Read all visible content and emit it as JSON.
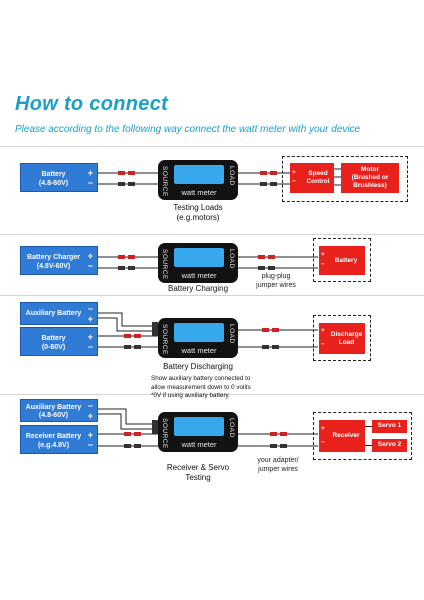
{
  "header": {
    "title": "How to connect",
    "subtitle": "Please according to the following way connect the watt meter with your device"
  },
  "meter": {
    "label": "watt meter",
    "source": "SOURCE",
    "load": "LOAD"
  },
  "signs": {
    "plus": "+",
    "minus": "−"
  },
  "row1": {
    "battery": [
      "Battery",
      "(4.8-60V)"
    ],
    "speed_control": [
      "Speed",
      "Control"
    ],
    "motor": [
      "Motor",
      "(Brushed or",
      "Brushless)"
    ],
    "caption": [
      "Testing Loads",
      "(e.g.motors)"
    ]
  },
  "row2": {
    "charger": [
      "Battery Charger",
      "(4.8V-60V)"
    ],
    "battery": "Battery",
    "caption": "Battery Charging",
    "note": [
      "plug-plug",
      "jumper wires"
    ]
  },
  "row3": {
    "aux": "Auxiliary Battery",
    "battery": [
      "Battery",
      "(0-60V)"
    ],
    "load": [
      "Discharge",
      "Load"
    ],
    "caption": "Battery Discharging",
    "note": [
      "Show auxiliary battery connected to",
      "allow measurement down to 0 voilts",
      "*0V if using auxiliary battery."
    ]
  },
  "row4": {
    "aux": [
      "Auxiliary Battery",
      "(4.8-60V)"
    ],
    "receiver_battery": [
      "Receiver Battery",
      "(e.g.4.8V)"
    ],
    "receiver": "Receiver",
    "servo1": "Servo 1",
    "servo2": "Servo 2",
    "caption": [
      "Receiver & Servo",
      "Testing"
    ],
    "note": [
      "your adapter/",
      "jumper wires"
    ]
  },
  "colors": {
    "accent": "#1aa0c8",
    "battery_blue": "#2f7bd6",
    "load_red": "#e8211c",
    "meter_black": "#121212",
    "lcd_blue": "#37a8ee"
  }
}
